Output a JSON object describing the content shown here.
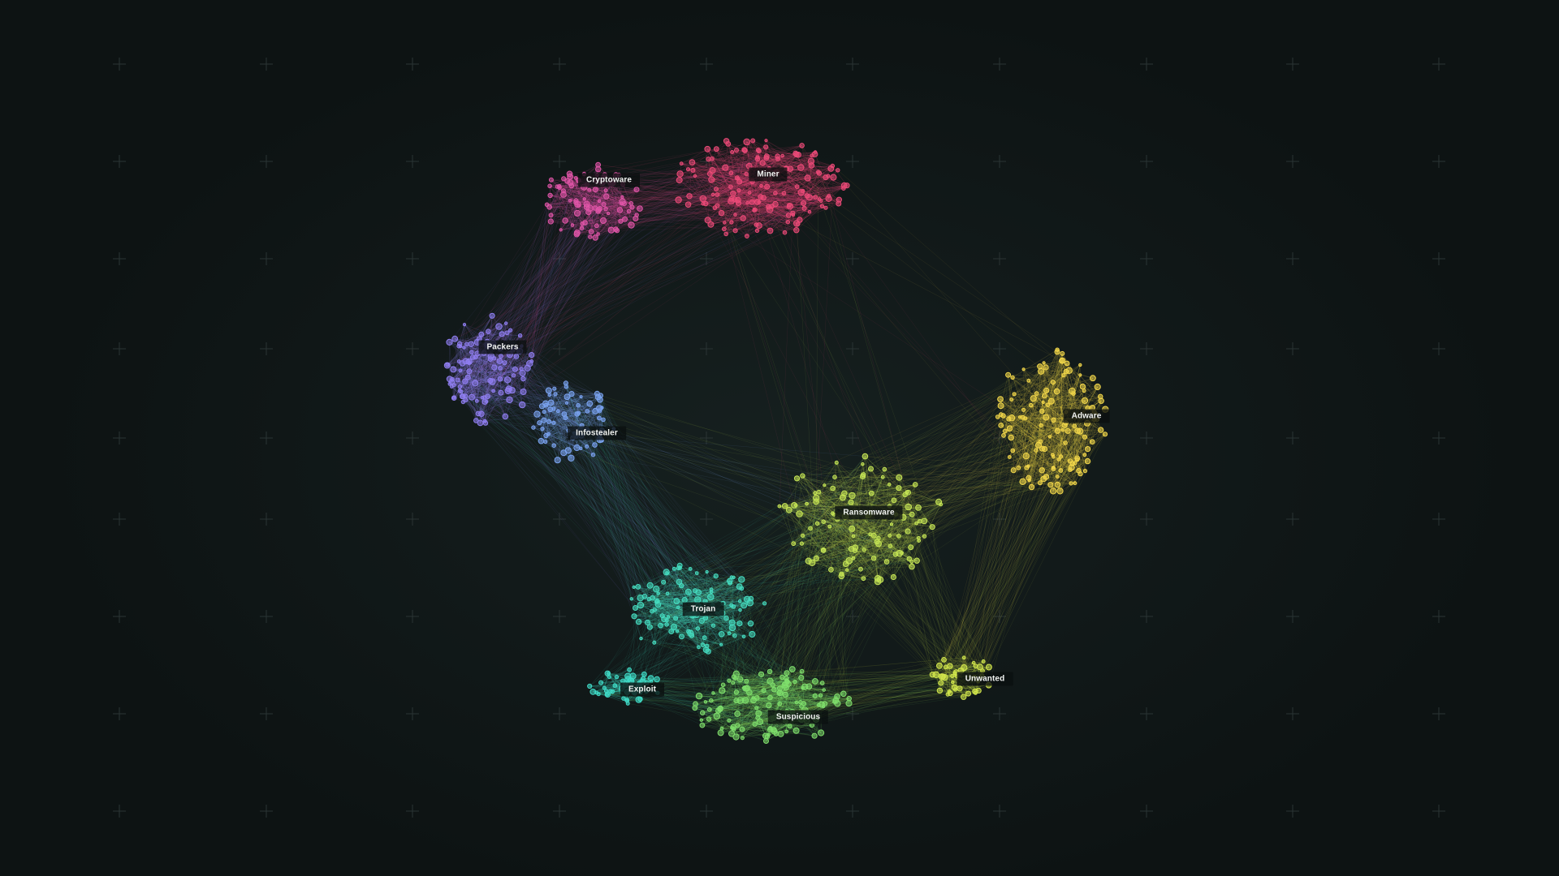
{
  "graph": {
    "background": "#101818",
    "grid_marker_color": "#2a3434",
    "clusters": [
      {
        "id": "miner",
        "label": "Miner",
        "color": "#ec4a78",
        "node_count": 150
      },
      {
        "id": "cryptoware",
        "label": "Cryptoware",
        "color": "#e055a8",
        "node_count": 90
      },
      {
        "id": "packers",
        "label": "Packers",
        "color": "#8f7ef0",
        "node_count": 110
      },
      {
        "id": "infostealer",
        "label": "Infostealer",
        "color": "#7ba4f2",
        "node_count": 70
      },
      {
        "id": "trojan",
        "label": "Trojan",
        "color": "#46dcc0",
        "node_count": 110
      },
      {
        "id": "exploit",
        "label": "Exploit",
        "color": "#40dcc8",
        "node_count": 50
      },
      {
        "id": "suspicious",
        "label": "Suspicious",
        "color": "#7fdf6c",
        "node_count": 130
      },
      {
        "id": "ransomware",
        "label": "Ransomware",
        "color": "#c6e655",
        "node_count": 110
      },
      {
        "id": "unwanted",
        "label": "Unwanted",
        "color": "#d3e84c",
        "node_count": 40
      },
      {
        "id": "adware",
        "label": "Adware",
        "color": "#f4d94a",
        "node_count": 130
      }
    ]
  }
}
